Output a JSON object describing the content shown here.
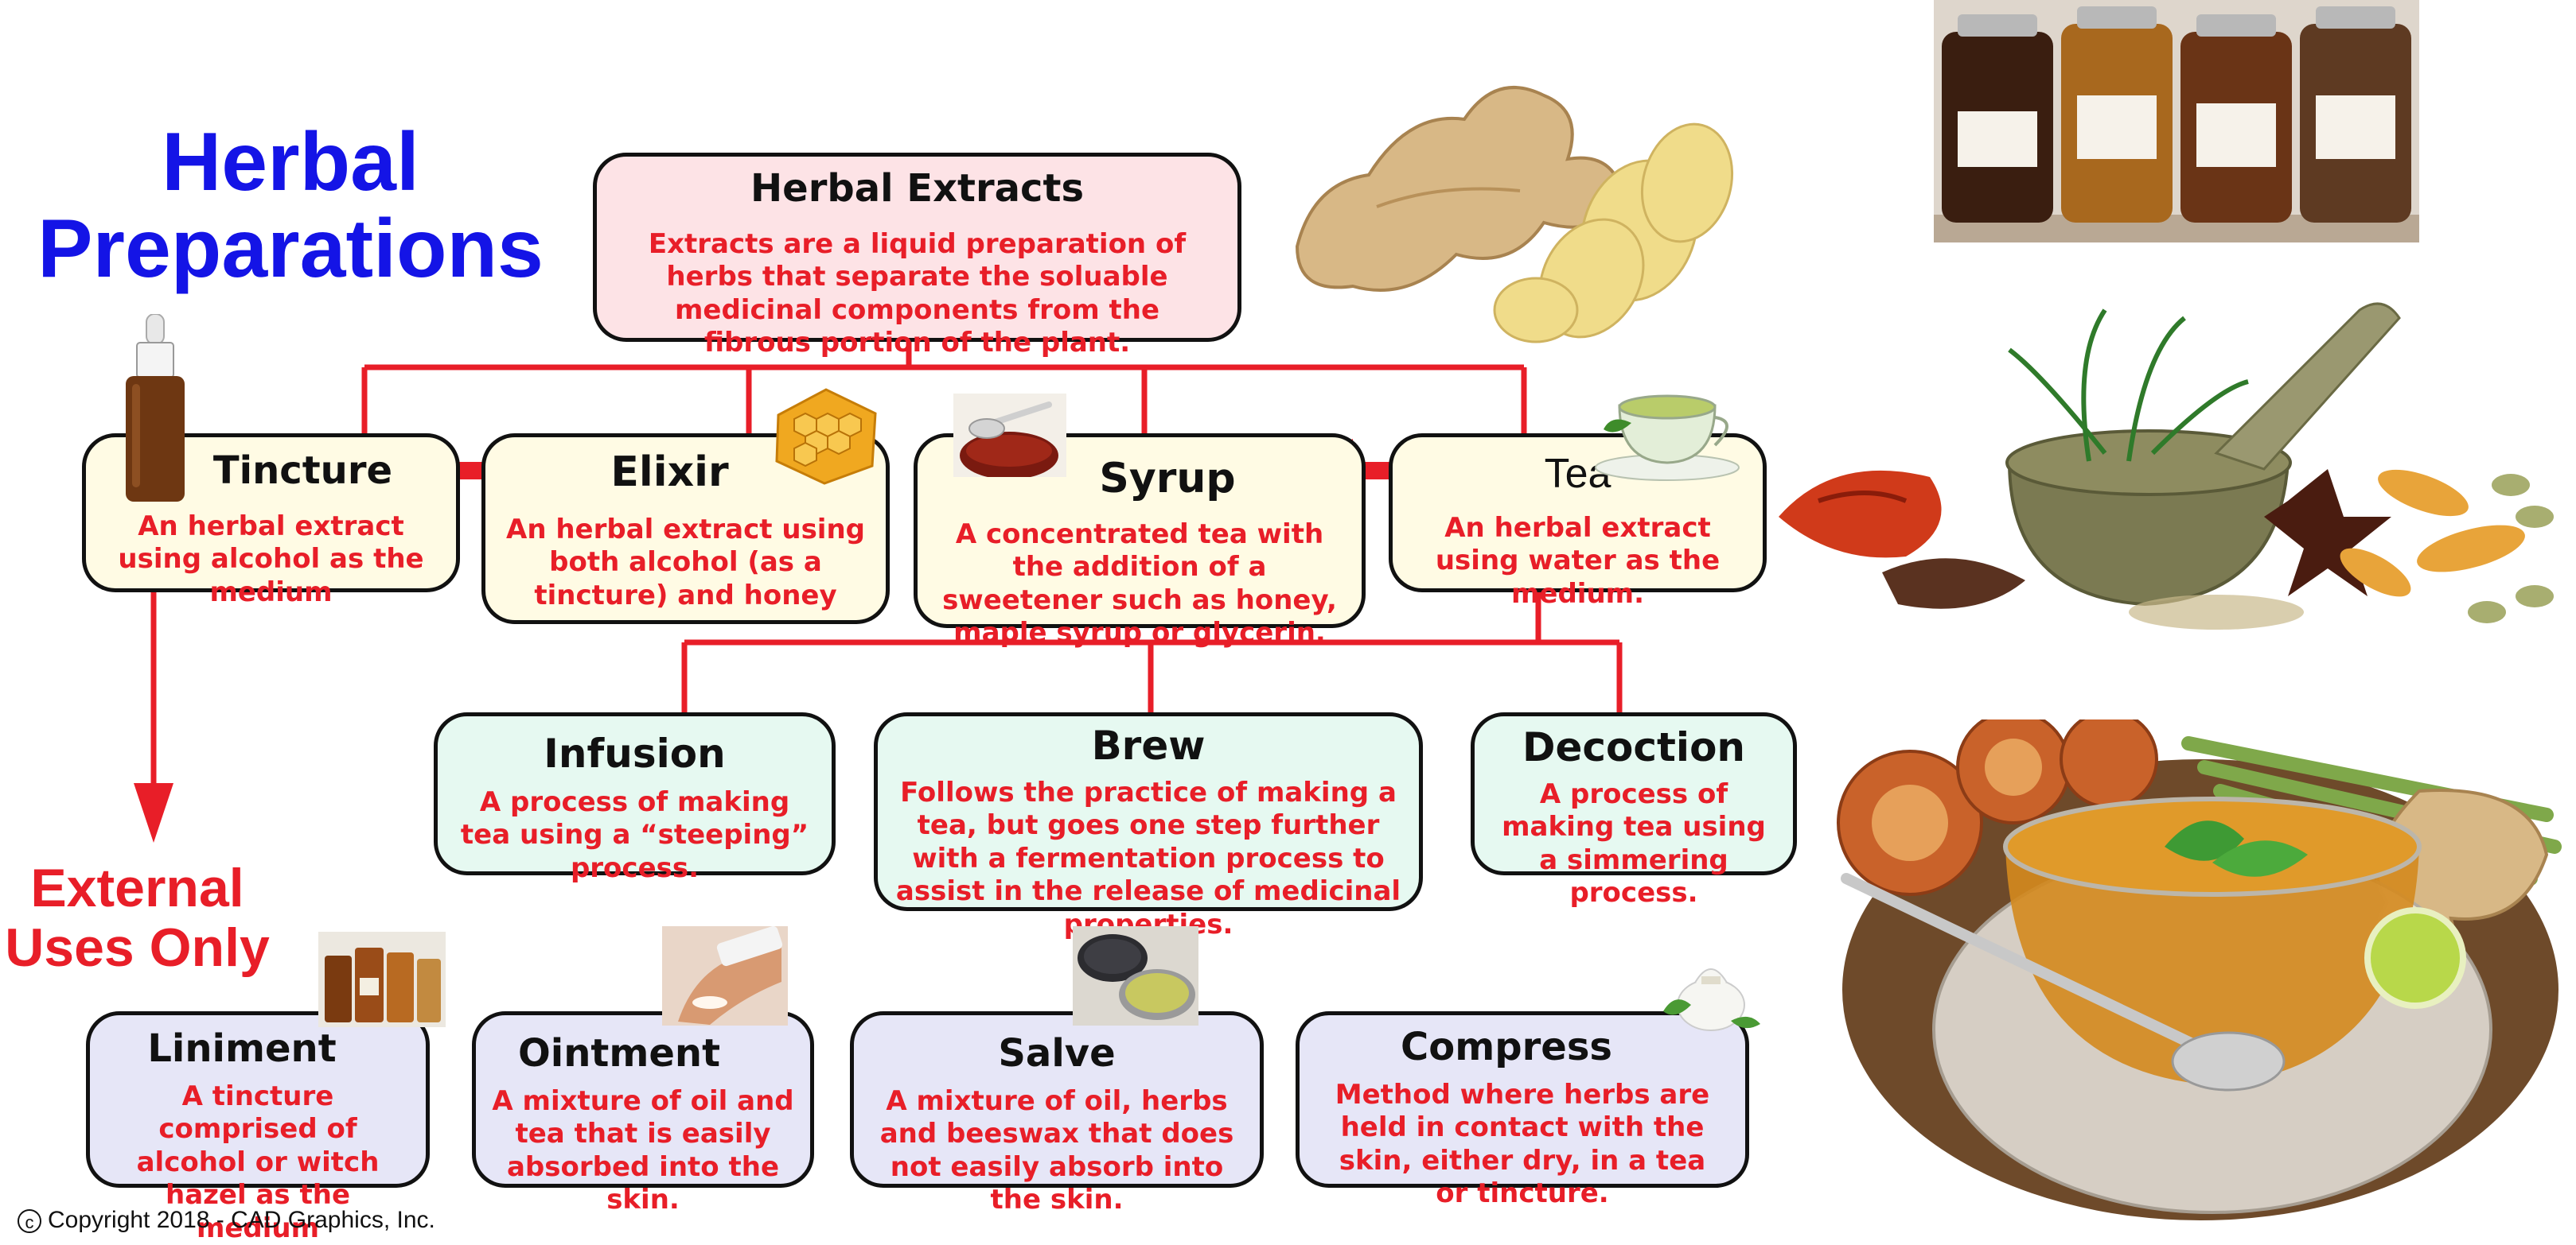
{
  "title": {
    "line1": "Herbal",
    "line2": "Preparations"
  },
  "root": {
    "heading": "Herbal Extracts",
    "text": "Extracts are a liquid preparation of herbs that separate the soluable medicinal components from the fibrous portion of the plant."
  },
  "tincture": {
    "heading": "Tincture",
    "text": "An herbal extract using alcohol as the medium"
  },
  "elixir": {
    "heading": "Elixir",
    "text": "An herbal extract using both alcohol (as a tincture) and honey"
  },
  "syrup": {
    "heading": "Syrup",
    "text": "A concentrated tea with the addition of a sweetener such as honey, maple syrup or glycerin."
  },
  "tea": {
    "heading": "Tea",
    "text": "An herbal extract using water as the medium."
  },
  "infusion": {
    "heading": "Infusion",
    "text": "A process of making tea using a “steeping” process."
  },
  "brew": {
    "heading": "Brew",
    "text": "Follows the practice of making a tea, but goes one step further with a fermentation process to assist in the release of medicinal properties."
  },
  "decoction": {
    "heading": "Decoction",
    "text": "A process of making tea using a simmering process."
  },
  "external": {
    "line1": "External",
    "line2": "Uses Only"
  },
  "liniment": {
    "heading": "Liniment",
    "text": "A tincture comprised of alcohol or witch hazel as the medium"
  },
  "ointment": {
    "heading": "Ointment",
    "text": "A mixture of oil and tea that is easily absorbed into the skin."
  },
  "salve": {
    "heading": "Salve",
    "text": "A mixture of oil, herbs and beeswax that does not easily absorb into the skin."
  },
  "compress": {
    "heading": "Compress",
    "text": "Method where herbs are held in contact with the skin, either dry, in a tea or tincture."
  },
  "copyright": {
    "symbol": "c",
    "text": "Copyright 2018 - CAD Graphics, Inc."
  },
  "colors": {
    "title": "#1414e6",
    "accent_red": "#e81e28",
    "root_fill": "#fde3e6",
    "prep_fill": "#fffbe4",
    "tea_fill": "#e6f9f1",
    "external_fill": "#e6e6f7"
  },
  "icons": [
    "ginger-root-photo",
    "herb-jars-photo",
    "mortar-spices-photo",
    "herbal-tea-cup-photo",
    "dropper-bottle-icon",
    "honeycomb-icon",
    "syrup-spoon-icon",
    "tea-cup-icon",
    "liniment-bottles-icon",
    "ointment-tube-icon",
    "salve-tin-icon",
    "compress-bundle-icon"
  ]
}
